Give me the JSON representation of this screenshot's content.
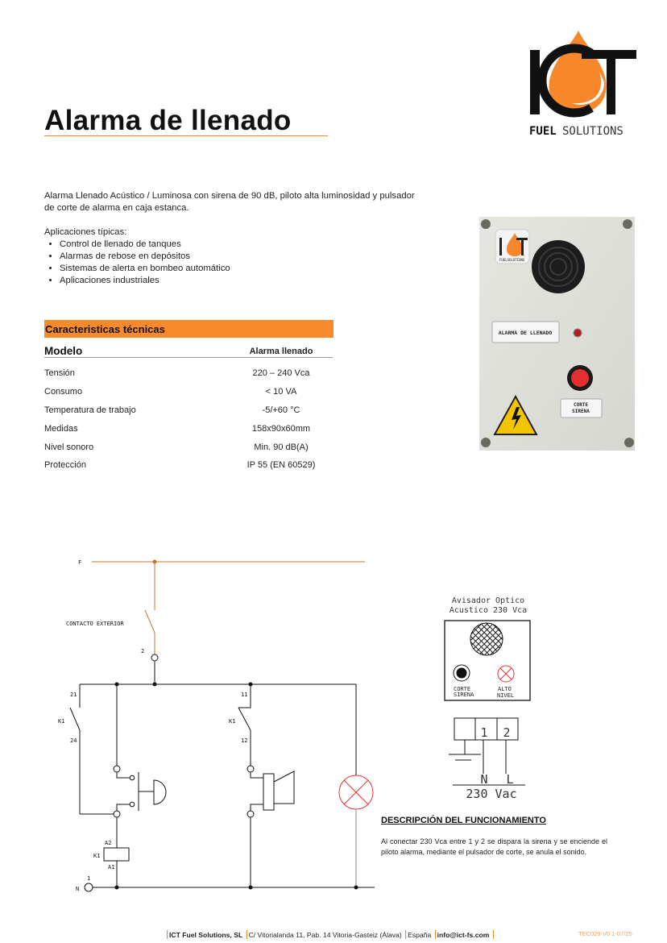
{
  "header": {
    "title": "Alarma de llenado",
    "logo": {
      "text_main": "ICT",
      "text_fuel": "FUEL",
      "text_solutions": "SOLUTIONS",
      "accent_color": "#f7872a"
    }
  },
  "intro": {
    "description": "Alarma Llenado Acústico / Luminosa con sirena de 90 dB, piloto alta luminosidad y pulsador de corte de alarma en caja estanca.",
    "applications_label": "Aplicaciones típicas:",
    "applications": [
      "Control de llenado de tanques",
      "Alarmas de rebose en depósitos",
      "Sistemas de alerta en bombeo automático",
      "Aplicaciones industriales"
    ]
  },
  "specs": {
    "section_title": "Caracteristicas técnicas",
    "header_key": "Modelo",
    "header_value": "Alarma llenado",
    "rows": [
      {
        "key": "Tensión",
        "value": "220 – 240 Vca"
      },
      {
        "key": "Consumo",
        "value": "< 10 VA"
      },
      {
        "key": "Temperatura de trabajo",
        "value": "-5/+60 °C"
      },
      {
        "key": "Medidas",
        "value": "158x90x60mm"
      },
      {
        "key": "Nivel sonoro",
        "value": "Min. 90 dB(A)"
      },
      {
        "key": "Protección",
        "value": "IP 55 (EN 60529)"
      }
    ]
  },
  "photo": {
    "label_alarm": "ALARMA DE LLENADO",
    "label_corte_1": "CORTE",
    "label_corte_2": "SIRENA"
  },
  "schematic": {
    "phase": "F",
    "neutral": "N",
    "external_contact": "CONTACTO EXTERIOR",
    "terminal_2": "2",
    "terminal_1": "1",
    "k1": "K1",
    "c21": "21",
    "c24": "24",
    "c11": "11",
    "c12": "12",
    "a1": "A1",
    "a2": "A2",
    "phase_color": "#c8742a",
    "lamp_color": "#e83030"
  },
  "device_diagram": {
    "title_1": "Avisador Optico",
    "title_2": "Acustico 230 Vca",
    "corte_1": "CORTE",
    "corte_2": "SIRENA",
    "alto_1": "ALTO",
    "alto_2": "NIVEL",
    "t1": "1",
    "t2": "2",
    "n": "N",
    "l": "L",
    "supply": "230 Vac"
  },
  "operation": {
    "title": "DESCRIPCIÓN DEL FUNCIONAMIENTO",
    "text": "Al conectar 230 Vca entre 1 y 2 se dispara la sirena y se enciende el piloto alarma, mediante el pulsador de corte, se anula el sonido."
  },
  "footer": {
    "company": "ICT Fuel Solutions, SL",
    "address": "C/ Vitorialanda 11, Pab. 14 Vitoria-Gasteiz (Álava)",
    "country": "España",
    "email": "info@ict-fs.com",
    "doc_code": "TEC029-V0.1-07/25"
  }
}
